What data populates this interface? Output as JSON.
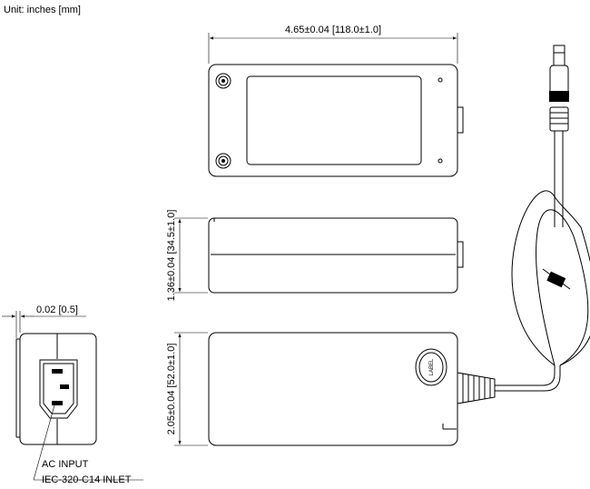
{
  "drawing": {
    "unit_label": "Unit: inches [mm]",
    "dimensions": {
      "length": "4.65±0.04 [118.0±1.0]",
      "height": "1.36±0.04 [34.5±1.0]",
      "width": "2.05±0.04 [52.0±1.0]",
      "inlet_offset": "0.02 [0.5]"
    },
    "callout": {
      "line1": "AC INPUT",
      "line2": "IEC-320-C14 INLET"
    },
    "label_plate_text": "LABEL"
  }
}
